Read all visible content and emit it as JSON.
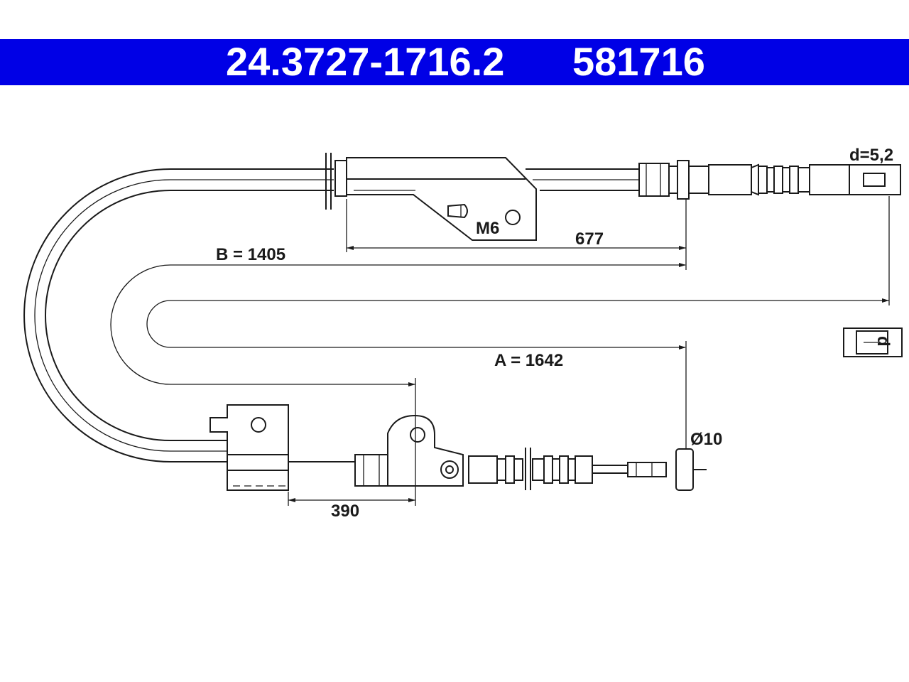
{
  "header": {
    "part_number": "24.3727-1716.2",
    "ref_number": "581716",
    "background_color": "#0000e6",
    "text_color": "#ffffff"
  },
  "dimensions": {
    "b_length": "B = 1405",
    "a_length": "A = 1642",
    "upper_fitting_length": "677",
    "lower_fitting_length": "390",
    "thread": "M6",
    "end_diameter": "Ø10",
    "eye_diameter": "d=5,2",
    "detail_d": "d"
  }
}
